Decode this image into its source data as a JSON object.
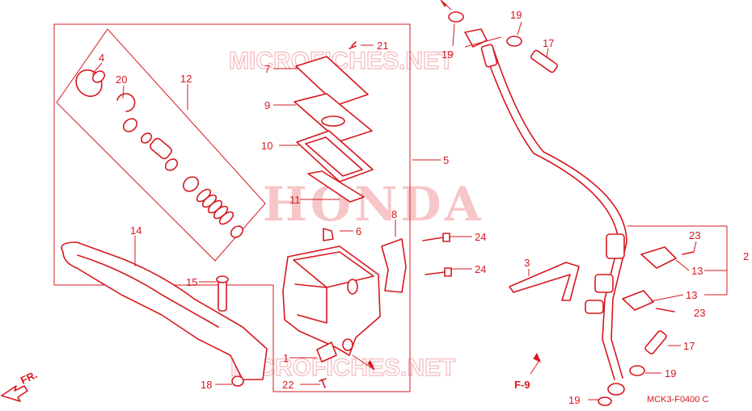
{
  "watermarks": {
    "brand": "HONDA",
    "site_top": "MICROFICHES.NET",
    "site_bottom": "MICROFICHES.NET"
  },
  "callouts": {
    "c1": "1",
    "c2": "2",
    "c3": "3",
    "c4": "4",
    "c5": "5",
    "c6": "6",
    "c7": "7",
    "c8": "8",
    "c9": "9",
    "c10": "10",
    "c11": "11",
    "c12": "12",
    "c13a": "13",
    "c13b": "13",
    "c14": "14",
    "c15": "15",
    "c17a": "17",
    "c17b": "17",
    "c18": "18",
    "c19a": "19",
    "c19b": "19",
    "c19c": "19",
    "c19d": "19",
    "c20": "20",
    "c21": "21",
    "c22": "22",
    "c23a": "23",
    "c23b": "23",
    "c24a": "24",
    "c24b": "24"
  },
  "reference": {
    "label": "F-9"
  },
  "direction": {
    "label": "FR."
  },
  "diagram_code": "MCK3-F0400 C",
  "colors": {
    "line": "#d6181f",
    "watermark": "#f7c6c8",
    "background": "#ffffff"
  }
}
